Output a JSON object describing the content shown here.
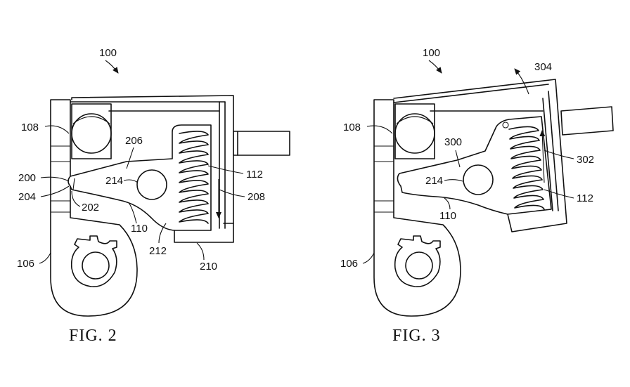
{
  "figures": [
    {
      "caption": "FIG. 2",
      "labels": {
        "assembly": "100",
        "l108": "108",
        "l206": "206",
        "l200": "200",
        "l214": "214",
        "l112": "112",
        "l204": "204",
        "l202": "202",
        "l208": "208",
        "l110": "110",
        "l106": "106",
        "l212": "212",
        "l210": "210"
      }
    },
    {
      "caption": "FIG. 3",
      "labels": {
        "assembly": "100",
        "l304": "304",
        "l108": "108",
        "l300": "300",
        "l302": "302",
        "l214": "214",
        "l112": "112",
        "l110": "110",
        "l106": "106"
      }
    }
  ]
}
